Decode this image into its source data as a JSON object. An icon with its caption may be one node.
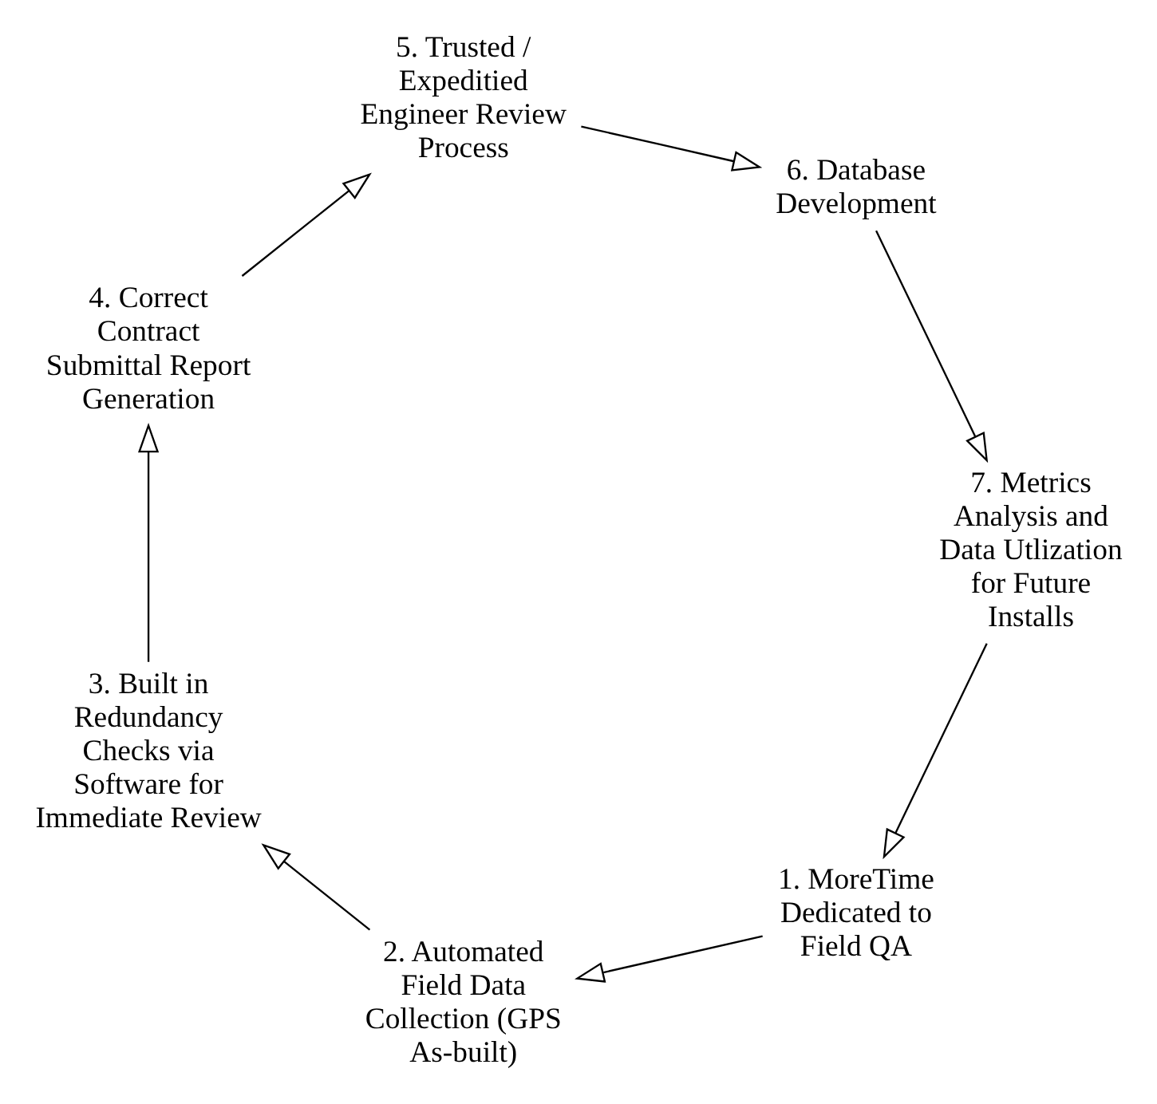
{
  "diagram": {
    "nodes": [
      {
        "text": [
          "1. MoreTime Dedicated to Field QA"
        ]
      },
      {
        "text": [
          "2. Automated Field Data Collection (GPS As-built)"
        ]
      },
      {
        "text": [
          "3. Built in Redundancy Checks via Software for Immediate Review"
        ]
      },
      {
        "text": [
          "4. Correct Contract Submittal Report Generation"
        ]
      },
      {
        "text": [
          "5. Trusted / Expeditied Engineer Review Process"
        ]
      },
      {
        "text": [
          "6. Database Development"
        ]
      },
      {
        "text": [
          "7. Metrics Analysis and Data Utlization for Future Installs"
        ]
      }
    ],
    "edges": [
      {
        "from": 0,
        "to": 1,
        "arrow": "to"
      },
      {
        "from": 1,
        "to": 2,
        "arrow": "to"
      },
      {
        "from": 2,
        "to": 3,
        "arrow": "to"
      },
      {
        "from": 3,
        "to": 4,
        "arrow": "to"
      },
      {
        "from": 4,
        "to": 5,
        "arrow": "to"
      },
      {
        "from": 5,
        "to": 6,
        "arrow": "to"
      },
      {
        "from": 6,
        "to": 0,
        "arrow": "to"
      }
    ]
  }
}
